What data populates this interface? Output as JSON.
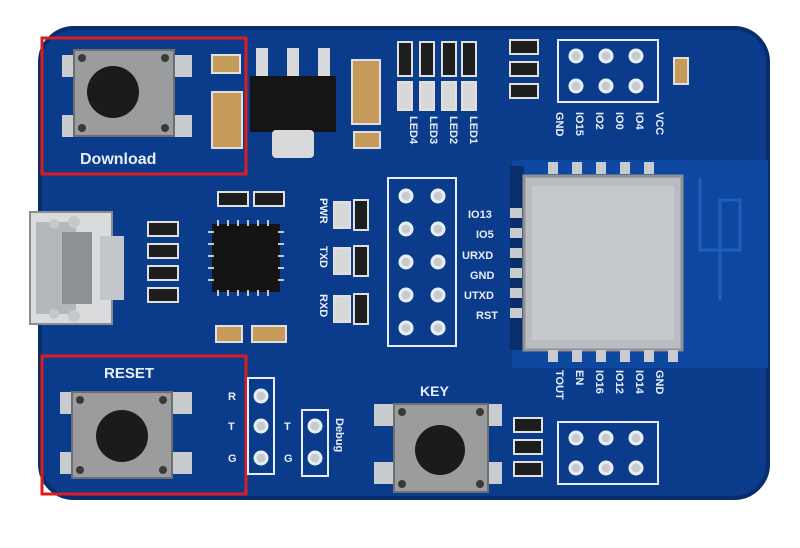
{
  "board": {
    "colors": {
      "pcb": "#0b3c8c",
      "pcb_edge": "#082d6c",
      "highlight_box": "#d81e1e",
      "module_shield": "#b9bcc0",
      "silkscreen": "#e8eef8"
    },
    "labels": {
      "download": "Download",
      "reset": "RESET",
      "key": "KEY",
      "debug": "Debug",
      "pwr": "PWR",
      "txd": "TXD",
      "rxd": "RXD",
      "led4": "LED4",
      "led3": "LED3",
      "led2": "LED2",
      "led1": "LED1",
      "top_header": [
        "GND",
        "IO15",
        "IO2",
        "IO0",
        "IO4",
        "VCC"
      ],
      "side_pins": [
        "IO13",
        "IO5",
        "URXD",
        "GND",
        "UTXD",
        "RST"
      ],
      "bottom_header": [
        "TOUT",
        "EN",
        "IO16",
        "IO12",
        "IO14",
        "GND"
      ],
      "rtg": [
        "R",
        "T",
        "G"
      ],
      "tg": [
        "T",
        "G"
      ]
    }
  }
}
